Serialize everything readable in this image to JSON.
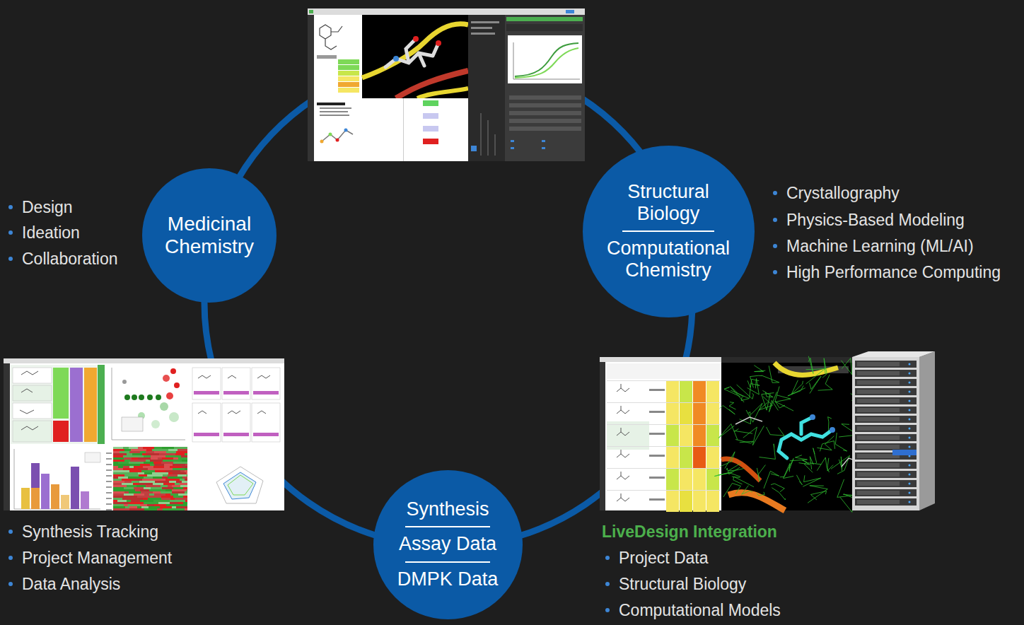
{
  "diagram": {
    "nodes": [
      {
        "text": [
          "Medicinal Chemistry"
        ]
      },
      {
        "text": [
          "Structural Biology",
          "Computational Chemistry"
        ]
      },
      {
        "text": [
          "Synthesis",
          "Assay Data",
          "DMPK Data"
        ]
      }
    ],
    "edges": [
      {
        "from": 0,
        "to": 1,
        "arrow": "none"
      },
      {
        "from": 1,
        "to": 2,
        "arrow": "none"
      },
      {
        "from": 2,
        "to": 0,
        "arrow": "none"
      }
    ],
    "labels": [
      "Design",
      "Ideation",
      "Collaboration",
      "Crystallography",
      "Physics-Based Modeling",
      "Machine Learning (ML/AI)",
      "High Performance Computing",
      "Synthesis Tracking",
      "Project Management",
      "Data Analysis",
      "LiveDesign Integration",
      "Project Data",
      "Structural Biology",
      "Computational Models"
    ]
  }
}
